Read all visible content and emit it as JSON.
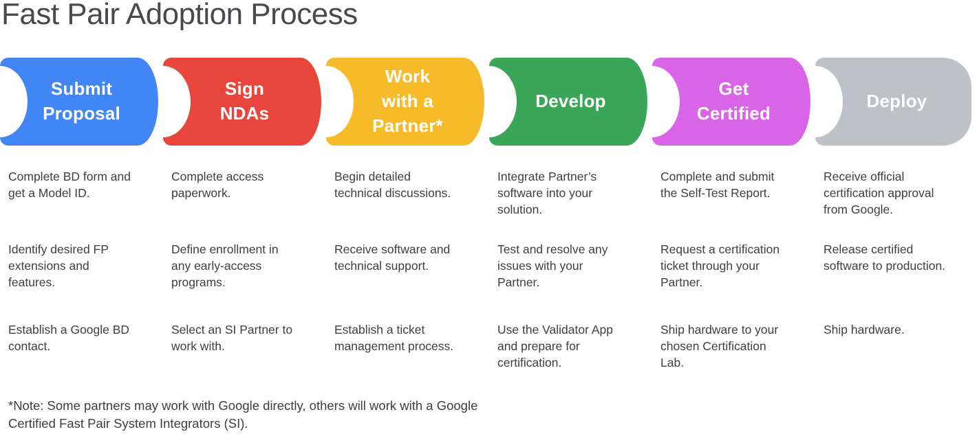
{
  "title": "Fast Pair Adoption Process",
  "note": "*Note: Some partners may work with Google directly, others will work with a Google Certified Fast Pair System Integrators (SI).",
  "colors": {
    "background": "#FFFFFF",
    "title_text": "#47494D",
    "body_text": "#3C4043",
    "stage_label_text": "#FFFFFF"
  },
  "stages": [
    {
      "label": "Submit Proposal",
      "label_lines": [
        "Submit",
        "Proposal"
      ],
      "color": "#4285F4",
      "items": [
        "Complete BD form and get a Model ID.",
        "Identify desired FP extensions and features.",
        "Establish a Google BD contact."
      ]
    },
    {
      "label": "Sign NDAs",
      "label_lines": [
        "Sign",
        "NDAs"
      ],
      "color": "#E8463C",
      "items": [
        "Complete access paperwork.",
        "Define enrollment in any early-access programs.",
        "Select an SI Partner to work with."
      ]
    },
    {
      "label": "Work with a Partner*",
      "label_lines": [
        "Work",
        "with a",
        "Partner*"
      ],
      "color": "#F7BB29",
      "items": [
        "Begin detailed technical discussions.",
        "Receive software and technical support.",
        "Establish a ticket management process."
      ]
    },
    {
      "label": "Develop",
      "label_lines": [
        "Develop"
      ],
      "color": "#3BA558",
      "items": [
        "Integrate Partner’s software into your solution.",
        "Test and resolve any issues with your Partner.",
        "Use the Validator App and prepare for certification."
      ]
    },
    {
      "label": "Get Certified",
      "label_lines": [
        "Get",
        "Certified"
      ],
      "color": "#D964E8",
      "items": [
        "Complete and submit the Self-Test Report.",
        "Request a certification ticket through your Partner.",
        "Ship hardware to your chosen Certification Lab."
      ]
    },
    {
      "label": "Deploy",
      "label_lines": [
        "Deploy"
      ],
      "color": "#BEC2C6",
      "items": [
        "Receive official certification approval from Google.",
        "Release certified software to production.",
        "Ship hardware."
      ]
    }
  ]
}
